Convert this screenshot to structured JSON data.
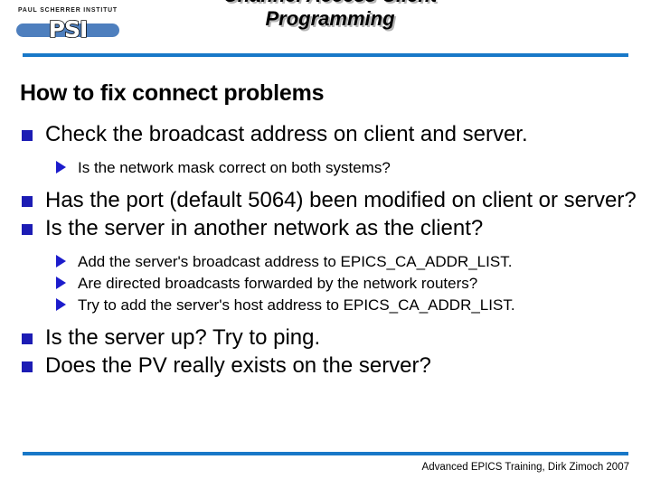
{
  "header": {
    "logo": {
      "wordmark": "PAUL SCHERRER INSTITUT",
      "letters": "PSI",
      "bar_color": "#4e7fbe"
    },
    "title": "Channel Access Client\nProgramming",
    "rule_color": "#1878c8"
  },
  "content": {
    "heading": "How to fix connect problems",
    "bullet_square_color": "#1c1cb4",
    "bullet_triangle_color": "#1c1ccc",
    "bullets": [
      {
        "level": 1,
        "text": "Check the broadcast address on client and server."
      },
      {
        "level": 2,
        "text": "Is the network mask correct on both systems?"
      },
      {
        "level": 1,
        "text": "Has the port (default 5064) been modified on client or server?"
      },
      {
        "level": 1,
        "text": "Is the server in another network as the client?"
      },
      {
        "level": 2,
        "text": "Add the server's broadcast address to EPICS_CA_ADDR_LIST."
      },
      {
        "level": 2,
        "text": "Are directed broadcasts forwarded by the network routers?"
      },
      {
        "level": 2,
        "text": "Try to add the server's host address to EPICS_CA_ADDR_LIST."
      },
      {
        "level": 1,
        "text": "Is the server up? Try to ping."
      },
      {
        "level": 1,
        "text": "Does the PV really exists on the server?"
      }
    ]
  },
  "footer": {
    "text": "Advanced EPICS Training, Dirk Zimoch 2007",
    "rule_color": "#1878c8"
  }
}
